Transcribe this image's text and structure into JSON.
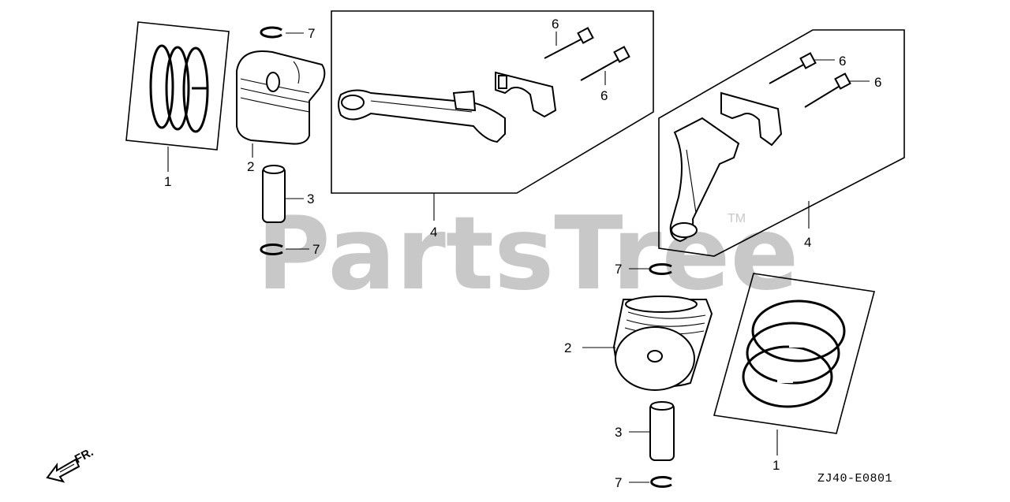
{
  "diagram": {
    "watermark": "PartsTree",
    "trademark": "TM",
    "drawing_code": "ZJ40-E0801",
    "direction_label": "FR.",
    "callouts": [
      {
        "id": "c1a",
        "text": "1"
      },
      {
        "id": "c2a",
        "text": "2"
      },
      {
        "id": "c3a",
        "text": "3"
      },
      {
        "id": "c4a",
        "text": "4"
      },
      {
        "id": "c6a",
        "text": "6"
      },
      {
        "id": "c6b",
        "text": "6"
      },
      {
        "id": "c7a",
        "text": "7"
      },
      {
        "id": "c7b",
        "text": "7"
      },
      {
        "id": "c4b",
        "text": "4"
      },
      {
        "id": "c6c",
        "text": "6"
      },
      {
        "id": "c6d",
        "text": "6"
      },
      {
        "id": "c7c",
        "text": "7"
      },
      {
        "id": "c2b",
        "text": "2"
      },
      {
        "id": "c3b",
        "text": "3"
      },
      {
        "id": "c7d",
        "text": "7"
      },
      {
        "id": "c1b",
        "text": "1"
      }
    ]
  }
}
